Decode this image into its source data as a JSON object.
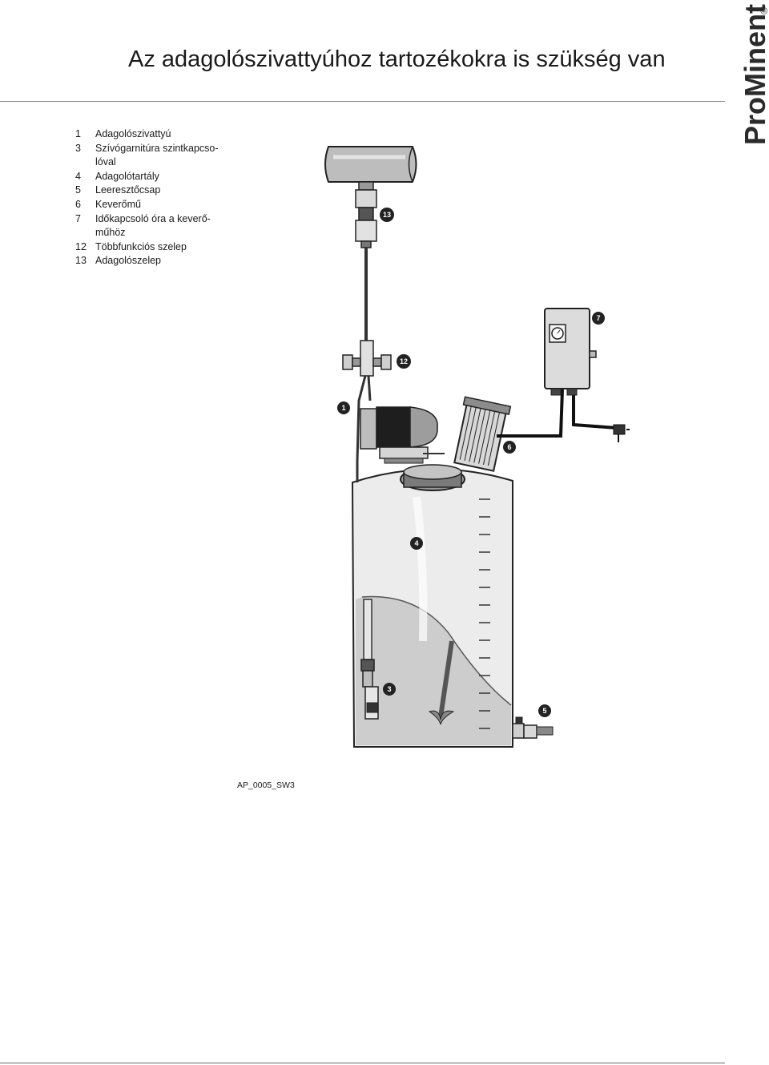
{
  "page": {
    "title": "Az adagolószivattyúhoz tartozékokra is szükség van",
    "logo_text": "ProMinent",
    "logo_mark": "®"
  },
  "legend": [
    {
      "num": "1",
      "text": "Adagolószivattyú"
    },
    {
      "num": "3",
      "text": "Szívógarnitúra szintkapcso-lóval"
    },
    {
      "num": "4",
      "text": "Adagolótartály"
    },
    {
      "num": "5",
      "text": "Leeresztőcsap"
    },
    {
      "num": "6",
      "text": "Keverőmű"
    },
    {
      "num": "7",
      "text": "Időkapcsoló óra a keverő-műhöz"
    },
    {
      "num": "12",
      "text": "Többfunkciós szelep"
    },
    {
      "num": "13",
      "text": "Adagolószelep"
    }
  ],
  "diagram": {
    "callouts": [
      "1",
      "3",
      "4",
      "5",
      "6",
      "7",
      "12",
      "13"
    ],
    "caption": "AP_0005_SW3"
  },
  "colors": {
    "brand_dark": "#2b2b2b",
    "tank_fill": "#e8e8e8",
    "liquid_fill": "#cfcfcf",
    "pipe": "#333333"
  }
}
